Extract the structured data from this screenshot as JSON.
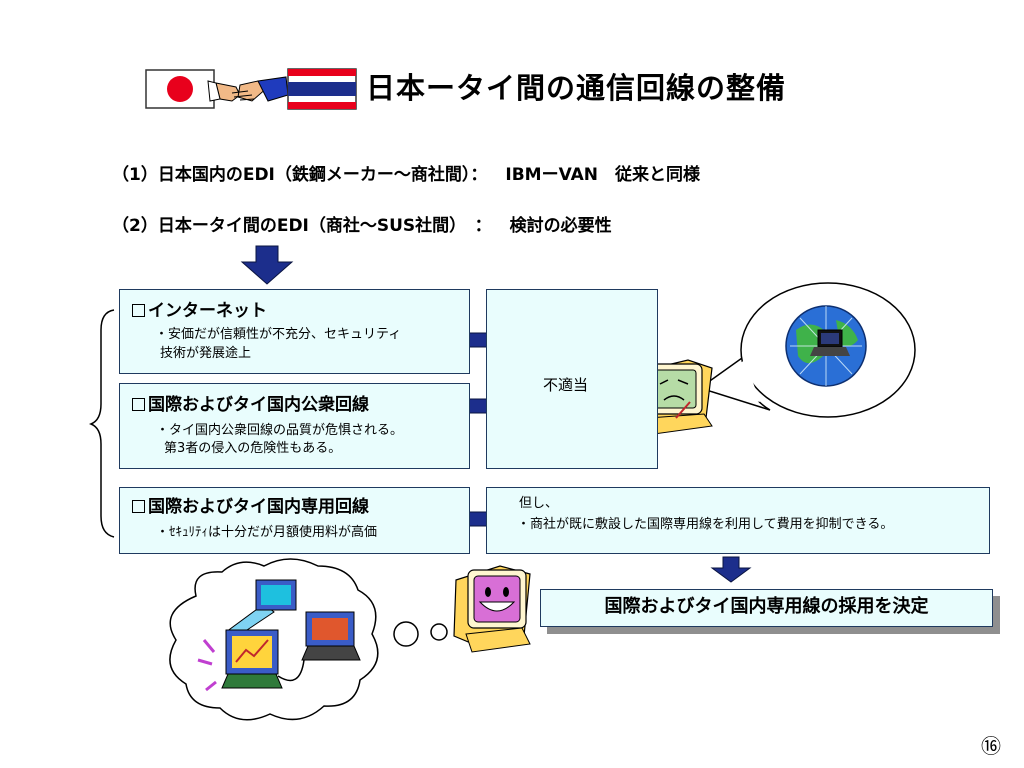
{
  "title": "日本ータイ間の通信回線の整備",
  "items": {
    "line1": {
      "label": "（1）日本国内のEDI（鉄鋼メーカー～商社間）：",
      "value": "IBMーVAN　従来と同様"
    },
    "line2": {
      "label": "（2）日本ータイ間のEDI（商社～SUS社間）　：",
      "value": "検討の必要性"
    }
  },
  "options": [
    {
      "title": "インターネット",
      "desc": [
        "・安価だが信頼性が不充分、セキュリティ",
        "技術が発展途上"
      ]
    },
    {
      "title": "国際およびタイ国内公衆回線",
      "desc": [
        "・タイ国内公衆回線の品質が危惧される。",
        "第3者の侵入の危険性もある。"
      ]
    },
    {
      "title": "国際およびタイ国内専用回線",
      "desc": [
        "・ｾｷｭﾘﾃｨは十分だが月額使用料が高価"
      ]
    }
  ],
  "unsuitable": "不適当",
  "note": {
    "line1": "但し、",
    "line2": "・商社が既に敷設した国際専用線を利用して費用を抑制できる。"
  },
  "decision": "国際およびタイ国内専用線の採用を決定",
  "page_number": "⑯",
  "colors": {
    "box_fill": "#e9fdfd",
    "arrow": "#1c2e8c",
    "border": "#1f3a5f",
    "shadow": "#8f8f8f"
  }
}
